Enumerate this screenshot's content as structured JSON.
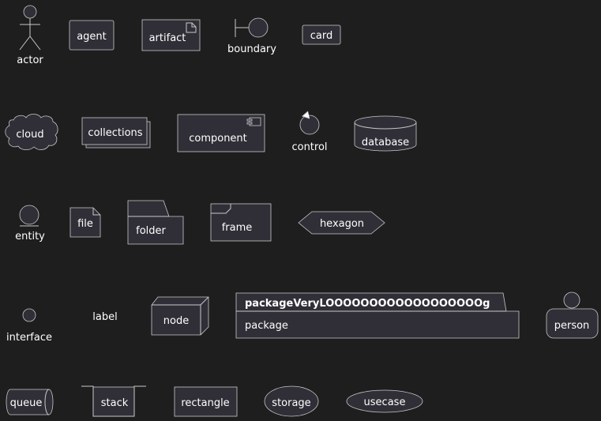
{
  "elements": {
    "actor": "actor",
    "agent": "agent",
    "artifact": "artifact",
    "boundary": "boundary",
    "card": "card",
    "cloud": "cloud",
    "collections": "collections",
    "component": "component",
    "control": "control",
    "database": "database",
    "entity": "entity",
    "file": "file",
    "folder": "folder",
    "frame": "frame",
    "hexagon": "hexagon",
    "interface": "interface",
    "label": "label",
    "node": "node",
    "package_title": "packageVeryLOOOOOOOOOOOOOOOOOOg",
    "package_body": "package",
    "person": "person",
    "queue": "queue",
    "stack": "stack",
    "rectangle": "rectangle",
    "storage": "storage",
    "usecase": "usecase"
  },
  "colors": {
    "background": "#1e1e1e",
    "fill": "#302f37",
    "stroke": "#c8c8c8",
    "text": "#ffffff"
  }
}
